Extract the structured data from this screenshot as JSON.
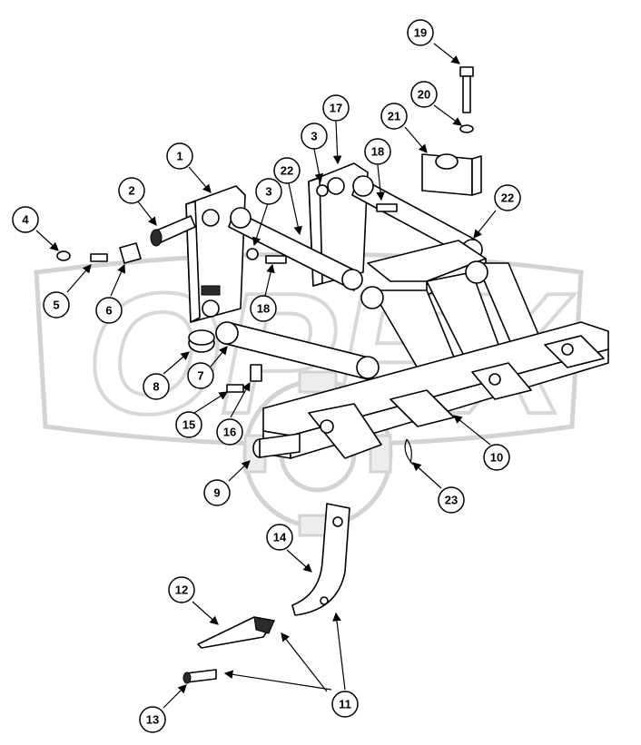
{
  "callouts": [
    {
      "label": "1"
    },
    {
      "label": "2"
    },
    {
      "label": "3"
    },
    {
      "label": "3"
    },
    {
      "label": "4"
    },
    {
      "label": "5"
    },
    {
      "label": "6"
    },
    {
      "label": "7"
    },
    {
      "label": "8"
    },
    {
      "label": "9"
    },
    {
      "label": "10"
    },
    {
      "label": "11"
    },
    {
      "label": "12"
    },
    {
      "label": "13"
    },
    {
      "label": "14"
    },
    {
      "label": "15"
    },
    {
      "label": "16"
    },
    {
      "label": "17"
    },
    {
      "label": "18"
    },
    {
      "label": "18"
    },
    {
      "label": "19"
    },
    {
      "label": "20"
    },
    {
      "label": "21"
    },
    {
      "label": "22"
    },
    {
      "label": "22"
    },
    {
      "label": "23"
    }
  ],
  "watermark": {
    "text": "OPEX"
  }
}
